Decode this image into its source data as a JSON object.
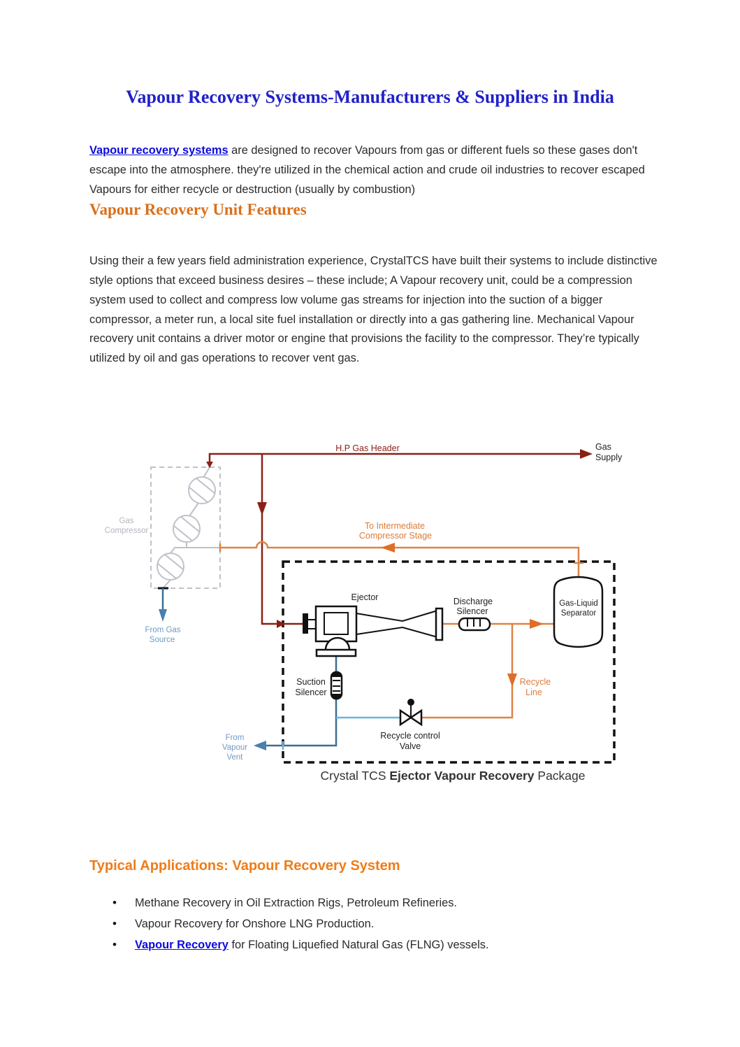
{
  "document": {
    "title": "Vapour Recovery Systems-Manufacturers & Suppliers in India",
    "intro": {
      "link": "Vapour recovery systems",
      "rest": " are designed to recover Vapours from gas or different fuels so these gases don't escape into the atmosphere. they're utilized in the chemical action and crude oil industries to recover escaped Vapours for either recycle or destruction (usually by combustion)"
    },
    "features": {
      "heading": "Vapour Recovery Unit Features",
      "body": "Using their a few years field administration experience, CrystalTCS have built their systems to include distinctive style options that exceed business desires – these include; A Vapour recovery unit, could be a compression system used to collect and compress low volume gas streams for injection into the suction of a bigger compressor, a meter run, a local site fuel installation or directly into a gas gathering line. Mechanical Vapour recovery unit contains a driver motor or engine that provisions the facility to the compressor. They’re typically utilized by oil and gas operations to recover vent gas."
    },
    "applications": {
      "heading": "Typical Applications: Vapour Recovery System",
      "bullet1": "Methane Recovery in Oil Extraction Rigs, Petroleum Refineries.",
      "bullet2": "Vapour Recovery for Onshore LNG Production.",
      "bullet3": {
        "link": "Vapour Recovery",
        "text": " for Floating Liquefied Natural Gas (FLNG) vessels."
      }
    }
  },
  "diagram": {
    "labels": {
      "hp_gas_header": "H.P Gas Header",
      "gas_supply_1": "Gas",
      "gas_supply_2": "Supply",
      "gas_compressor_1": "Gas",
      "gas_compressor_2": "Compressor",
      "to_intermediate_1": "To Intermediate",
      "to_intermediate_2": "Compressor Stage",
      "from_gas_source_1": "From Gas",
      "from_gas_source_2": "Source",
      "ejector": "Ejector",
      "discharge_silencer_1": "Discharge",
      "discharge_silencer_2": "Silencer",
      "separator_1": "Gas-Liquid",
      "separator_2": "Separator",
      "suction_silencer_1": "Suction",
      "suction_silencer_2": "Silencer",
      "recycle_line_1": "Recycle",
      "recycle_line_2": "Line",
      "from_vapour_vent_1": "From",
      "from_vapour_vent_2": "Vapour",
      "from_vapour_vent_3": "Vent",
      "recycle_valve_1": "Recycle control",
      "recycle_valve_2": "Valve"
    },
    "caption": {
      "normal1": "Crystal TCS ",
      "bold": "Ejector Vapour Recovery",
      "normal2": " Package"
    },
    "colors": {
      "title_blue": "#2121c8",
      "link_blue": "#0c0cdb",
      "heading_orange_serif": "#d9701c",
      "heading_orange_sans": "#ef7c18",
      "line_maroon": "#8a2015",
      "line_orange": "#dd8344",
      "line_blue_dark": "#3c6d94",
      "line_blue_light": "#6cb4dd",
      "label_blue": "#6e9ac6",
      "compressor_gray": "#bfc1c9"
    }
  }
}
